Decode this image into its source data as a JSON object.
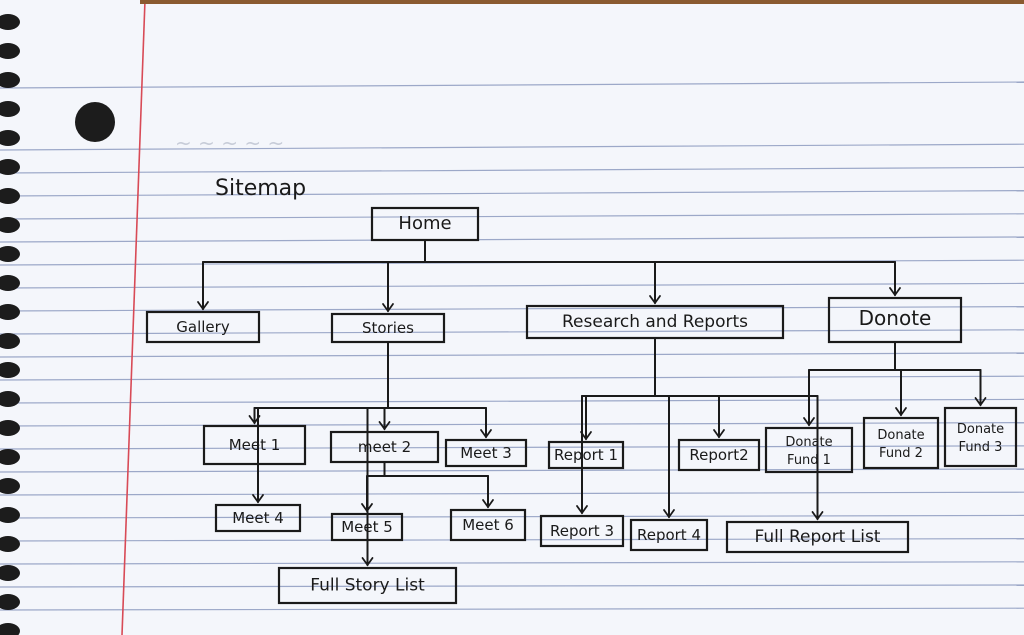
{
  "title": "Sitemap",
  "faded_header": "~ ~ ~ ~ ~",
  "nodes": [
    {
      "id": "home",
      "label": "Home"
    },
    {
      "id": "gallery",
      "label": "Gallery"
    },
    {
      "id": "stories",
      "label": "Stories"
    },
    {
      "id": "research",
      "label": "Research and Reports"
    },
    {
      "id": "donate",
      "label": "Donote"
    },
    {
      "id": "meet1",
      "label": "Meet 1"
    },
    {
      "id": "meet2",
      "label": "meet 2"
    },
    {
      "id": "meet3",
      "label": "Meet 3"
    },
    {
      "id": "meet4",
      "label": "Meet 4"
    },
    {
      "id": "meet5",
      "label": "Meet 5"
    },
    {
      "id": "meet6",
      "label": "Meet 6"
    },
    {
      "id": "fullstory",
      "label": "Full Story List"
    },
    {
      "id": "report1",
      "label": "Report 1"
    },
    {
      "id": "report2",
      "label": "Report2"
    },
    {
      "id": "report3",
      "label": "Report 3"
    },
    {
      "id": "report4",
      "label": "Report 4"
    },
    {
      "id": "fullreport",
      "label": "Full Report List"
    },
    {
      "id": "donate1",
      "label": "Donate Fund 1"
    },
    {
      "id": "donate2",
      "label": "Donate Fund 2"
    },
    {
      "id": "donate3",
      "label": "Donate Fund 3"
    }
  ],
  "edges": [
    [
      "home",
      "gallery"
    ],
    [
      "home",
      "stories"
    ],
    [
      "home",
      "research"
    ],
    [
      "home",
      "donate"
    ],
    [
      "stories",
      "meet1"
    ],
    [
      "stories",
      "meet2"
    ],
    [
      "stories",
      "meet3"
    ],
    [
      "stories",
      "meet4"
    ],
    [
      "stories",
      "fullstory"
    ],
    [
      "meet2",
      "meet5"
    ],
    [
      "meet2",
      "meet6"
    ],
    [
      "research",
      "report1"
    ],
    [
      "research",
      "report2"
    ],
    [
      "research",
      "report3"
    ],
    [
      "research",
      "report4"
    ],
    [
      "research",
      "fullreport"
    ],
    [
      "donate",
      "donate1"
    ],
    [
      "donate",
      "donate2"
    ],
    [
      "donate",
      "donate3"
    ]
  ],
  "colors": {
    "paper": "#f4f6fb",
    "rule": "#7f8fb8",
    "margin": "#d84a56",
    "ink": "#1a1a1a",
    "hole": "#1c1c1c"
  }
}
